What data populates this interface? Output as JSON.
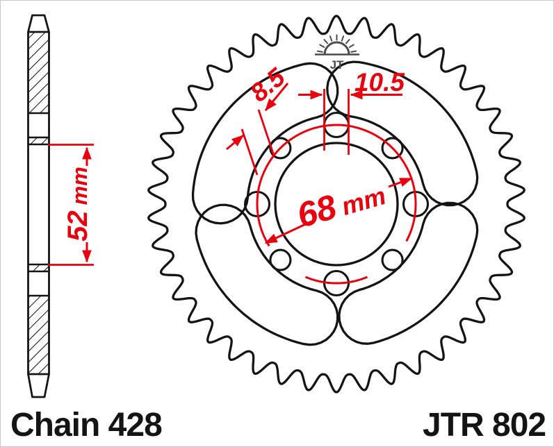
{
  "footer": {
    "chain": "Chain 428",
    "model": "JTR 802"
  },
  "dims": {
    "small_hole": "8.5",
    "large_hole": "10.5",
    "bolt_circle_value": "68",
    "bolt_circle_unit": "mm",
    "side_span_value": "52",
    "side_span_unit": "mm"
  },
  "logo": {
    "monogram": "JT"
  },
  "colors": {
    "dimension_red": "#e8000f",
    "outline_ink": "#141414",
    "logo_gray": "#4a4a4a",
    "border_gray": "#c9c9c9"
  }
}
